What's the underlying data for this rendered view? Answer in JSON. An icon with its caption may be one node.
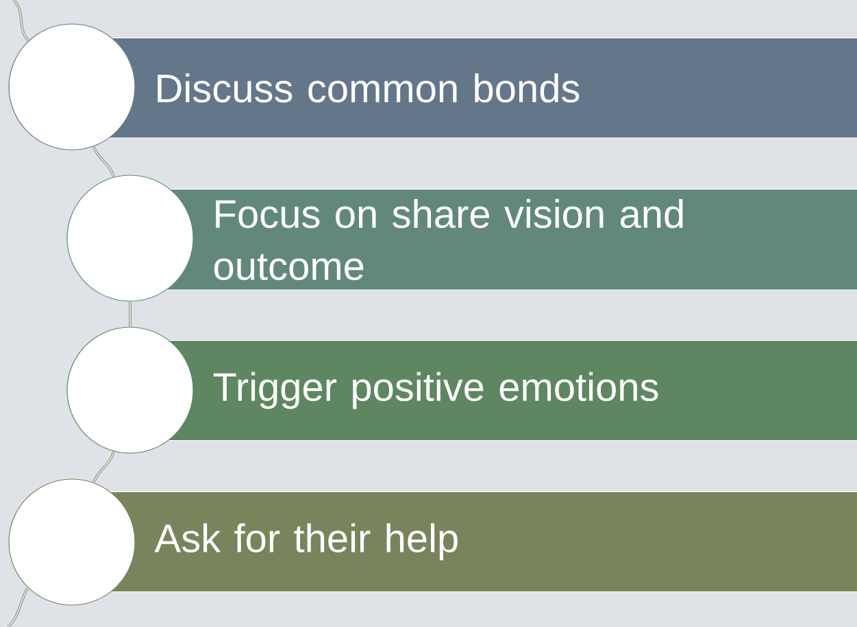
{
  "diagram": {
    "nodes": [
      {
        "text": [],
        "shape": "circle"
      },
      {
        "text": [
          "Discuss common bonds"
        ]
      },
      {
        "text": [],
        "shape": "circle"
      },
      {
        "text": [
          "Focus on share vision and outcome"
        ]
      },
      {
        "text": [],
        "shape": "circle"
      },
      {
        "text": [
          "Trigger positive emotions"
        ]
      },
      {
        "text": [],
        "shape": "circle"
      },
      {
        "text": [
          "Ask for their help"
        ]
      }
    ],
    "edges": [
      {
        "from": 0,
        "to": 2,
        "arrow": "none"
      },
      {
        "from": 2,
        "to": 4,
        "arrow": "none"
      },
      {
        "from": 4,
        "to": 6,
        "arrow": "none"
      }
    ]
  }
}
